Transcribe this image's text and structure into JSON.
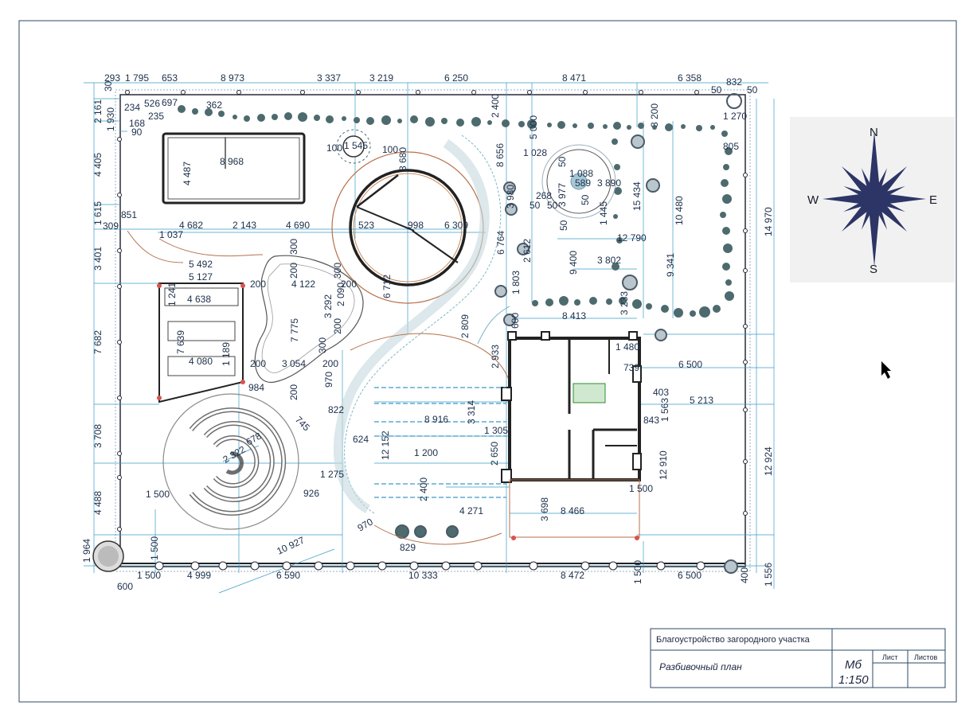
{
  "title_block": {
    "project": "Благоустройство загородного участка",
    "sheet_title": "Разбивочный план",
    "stage": "Мб",
    "scale": "1:150",
    "sheet_label": "Лист",
    "sheets_label": "Листов"
  },
  "compass": {
    "n": "N",
    "s": "S",
    "e": "E",
    "w": "W"
  },
  "dims": {
    "top": [
      "293",
      "1 795",
      "653",
      "8 973",
      "3 337",
      "3 219",
      "6 250",
      "8 471",
      "6 358",
      "832",
      "50",
      "50"
    ],
    "bottom": [
      "600",
      "1 500",
      "4 999",
      "6 590",
      "10 333",
      "8 472",
      "1 500",
      "6 500",
      "400"
    ],
    "left": [
      "30",
      "2 161",
      "1 930",
      "4 405",
      "1 615",
      "3 401",
      "7 682",
      "3 708",
      "4 488",
      "1 964"
    ],
    "right": [
      "1 270",
      "14 970",
      "12 924",
      "1 556"
    ],
    "house_area": [
      "1 480",
      "739",
      "6 500",
      "403",
      "5 213",
      "843",
      "1 563",
      "12 910",
      "8 466",
      "3 698",
      "1 500",
      "8 413",
      "3 233",
      "2 933",
      "3 314",
      "1 305",
      "2 650",
      "4 271"
    ],
    "garden": [
      "234",
      "526",
      "697",
      "362",
      "168",
      "235",
      "90",
      "4 487",
      "8 968",
      "100",
      "1 545",
      "100",
      "8 680",
      "8 656",
      "2 400",
      "5 000",
      "3 200",
      "805",
      "1 028",
      "50",
      "1 088",
      "589",
      "3 977",
      "3 890",
      "50",
      "268",
      "50",
      "50",
      "50",
      "1 445",
      "15 434",
      "10 480",
      "12 790",
      "3 980",
      "6 764",
      "2 612",
      "9 400",
      "3 802",
      "9 341",
      "1 803",
      "600",
      "309",
      "851",
      "4 682",
      "1 037",
      "2 143",
      "4 690",
      "523",
      "998",
      "6 309",
      "5 492",
      "5 127",
      "200",
      "4 122",
      "300",
      "200",
      "300",
      "200",
      "4 638",
      "1 241",
      "7 775",
      "3 292",
      "2 090",
      "7 639",
      "200",
      "4 080",
      "1 189",
      "200",
      "3 054",
      "300",
      "200",
      "984",
      "970",
      "200",
      "2 809",
      "6 712",
      "822",
      "624",
      "745",
      "8 916",
      "12 152",
      "678",
      "2 322",
      "1 200",
      "1 275",
      "2 400",
      "1 500",
      "926",
      "970",
      "829",
      "10 927",
      "1 500"
    ]
  }
}
